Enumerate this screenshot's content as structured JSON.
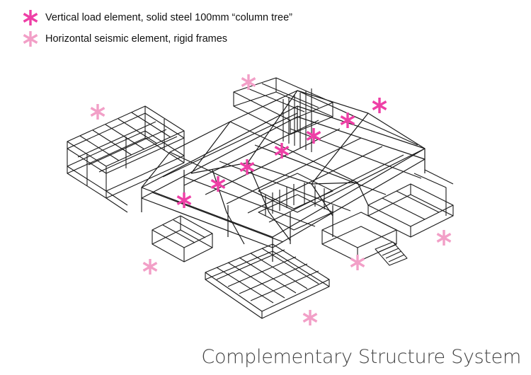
{
  "legend": {
    "items": [
      {
        "label": "Vertical load element, solid steel 100mm  “column tree”",
        "color": "#ee3fa6",
        "icon": "asterisk-icon"
      },
      {
        "label": "Horizontal seismic element, rigid frames",
        "color": "#f29fc7",
        "icon": "asterisk-icon"
      }
    ]
  },
  "title": "Complementary Structure System",
  "colors": {
    "structure": "#1a1a1a",
    "background": "#ffffff"
  }
}
